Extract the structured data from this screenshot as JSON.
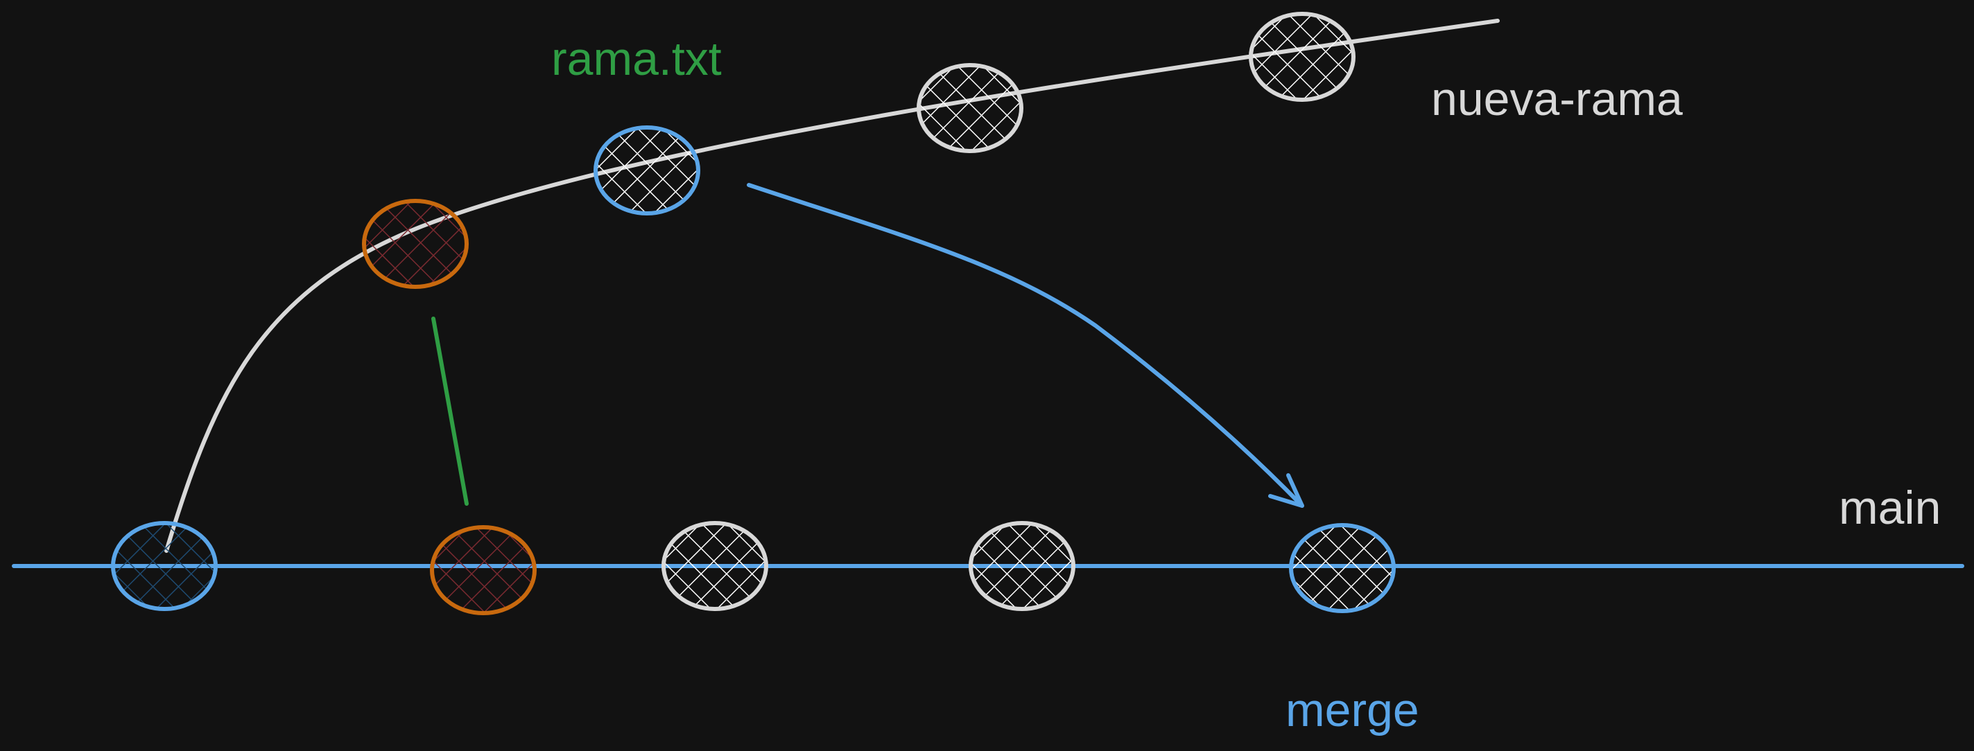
{
  "colors": {
    "background": "#121212",
    "main_branch": "#5aa5e8",
    "feature_branch": "#d8d8d8",
    "blue": "#5aa5e8",
    "orange": "#c8690e",
    "orange_fill": "#7a2a30",
    "green": "#2f9e44",
    "white": "#d8d8d8",
    "hatch_white": "#ffffff",
    "hatch_blue": "#1e4a70"
  },
  "labels": {
    "file": "rama.txt",
    "feature_branch": "nueva-rama",
    "main_branch": "main",
    "merge": "merge"
  },
  "nodes": [
    {
      "id": "main-1",
      "branch": "main",
      "style": "blue-dark"
    },
    {
      "id": "main-2",
      "branch": "main",
      "style": "orange"
    },
    {
      "id": "main-3",
      "branch": "main",
      "style": "white"
    },
    {
      "id": "main-4",
      "branch": "main",
      "style": "white"
    },
    {
      "id": "main-5",
      "branch": "main",
      "style": "blue"
    },
    {
      "id": "branch-1",
      "branch": "nueva-rama",
      "style": "orange"
    },
    {
      "id": "branch-2",
      "branch": "nueva-rama",
      "style": "blue"
    },
    {
      "id": "branch-3",
      "branch": "nueva-rama",
      "style": "white"
    },
    {
      "id": "branch-4",
      "branch": "nueva-rama",
      "style": "white"
    }
  ]
}
